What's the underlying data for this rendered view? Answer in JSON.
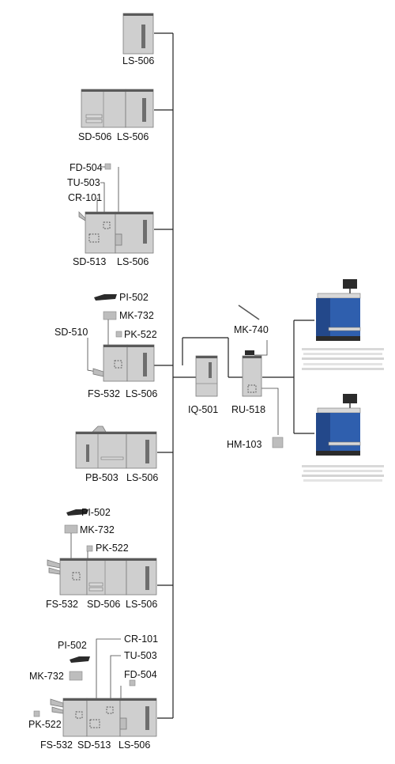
{
  "labels": {
    "r1_ls": "LS-506",
    "r2_sd": "SD-506",
    "r2_ls": "LS-506",
    "r3_fd": "FD-504",
    "r3_tu": "TU-503",
    "r3_cr": "CR-101",
    "r3_sd": "SD-513",
    "r3_ls": "LS-506",
    "r4_pi": "PI-502",
    "r4_mk": "MK-732",
    "r4_sd510": "SD-510",
    "r4_pk": "PK-522",
    "r4_fs": "FS-532",
    "r4_ls": "LS-506",
    "r5_pb": "PB-503",
    "r5_ls": "LS-506",
    "r6_pi": "PI-502",
    "r6_mk": "MK-732",
    "r6_pk": "PK-522",
    "r6_fs": "FS-532",
    "r6_sd": "SD-506",
    "r6_ls": "LS-506",
    "r7_cr": "CR-101",
    "r7_pi": "PI-502",
    "r7_tu": "TU-503",
    "r7_mk": "MK-732",
    "r7_fd": "FD-504",
    "r7_pk": "PK-522",
    "r7_fs": "FS-532",
    "r7_sd": "SD-513",
    "r7_ls": "LS-506",
    "iq": "IQ-501",
    "ru": "RU-518",
    "mk740": "MK-740",
    "hm": "HM-103"
  },
  "colors": {
    "unit_body": "#cfcfcf",
    "unit_top": "#5a5a5a",
    "printer_blue": "#2f5fae",
    "line": "#222222"
  }
}
